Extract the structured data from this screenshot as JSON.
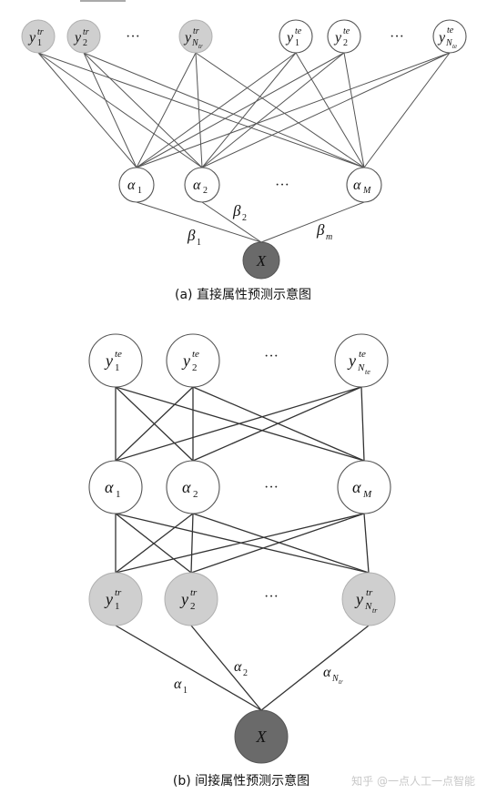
{
  "diagram_a": {
    "caption": "(a) 直接属性预测示意图",
    "train_nodes": [
      {
        "base": "y",
        "sub": "1",
        "sup": "tr",
        "subsub": ""
      },
      {
        "base": "y",
        "sub": "2",
        "sup": "tr",
        "subsub": ""
      },
      {
        "base": "y",
        "sub": "N",
        "sup": "tr",
        "subsub": "tr"
      }
    ],
    "test_nodes": [
      {
        "base": "y",
        "sub": "1",
        "sup": "te",
        "subsub": ""
      },
      {
        "base": "y",
        "sub": "2",
        "sup": "te",
        "subsub": ""
      },
      {
        "base": "y",
        "sub": "N",
        "sup": "te",
        "subsub": "te"
      }
    ],
    "attribute_nodes": [
      {
        "base": "α",
        "sub": "1"
      },
      {
        "base": "α",
        "sub": "2"
      },
      {
        "base": "α",
        "sub": "M"
      }
    ],
    "input_node": "X",
    "edge_labels": [
      {
        "base": "β",
        "sub": "1"
      },
      {
        "base": "β",
        "sub": "2"
      },
      {
        "base": "β",
        "sub": "m"
      }
    ],
    "ellipsis": "···"
  },
  "diagram_b": {
    "caption": "(b) 间接属性预测示意图",
    "test_nodes": [
      {
        "base": "y",
        "sub": "1",
        "sup": "te",
        "subsub": ""
      },
      {
        "base": "y",
        "sub": "2",
        "sup": "te",
        "subsub": ""
      },
      {
        "base": "y",
        "sub": "N",
        "sup": "te",
        "subsub": "te"
      }
    ],
    "attribute_nodes": [
      {
        "base": "α",
        "sub": "1"
      },
      {
        "base": "α",
        "sub": "2"
      },
      {
        "base": "α",
        "sub": "M"
      }
    ],
    "train_nodes": [
      {
        "base": "y",
        "sub": "1",
        "sup": "tr",
        "subsub": ""
      },
      {
        "base": "y",
        "sub": "2",
        "sup": "tr",
        "subsub": ""
      },
      {
        "base": "y",
        "sub": "N",
        "sup": "tr",
        "subsub": "tr"
      }
    ],
    "input_node": "X",
    "edge_labels": [
      {
        "base": "α",
        "sub": "1",
        "subsub": ""
      },
      {
        "base": "α",
        "sub": "2",
        "subsub": ""
      },
      {
        "base": "α",
        "sub": "N",
        "subsub": "tr"
      }
    ],
    "ellipsis": "···"
  },
  "watermark": "知乎 @一点人工一点智能"
}
